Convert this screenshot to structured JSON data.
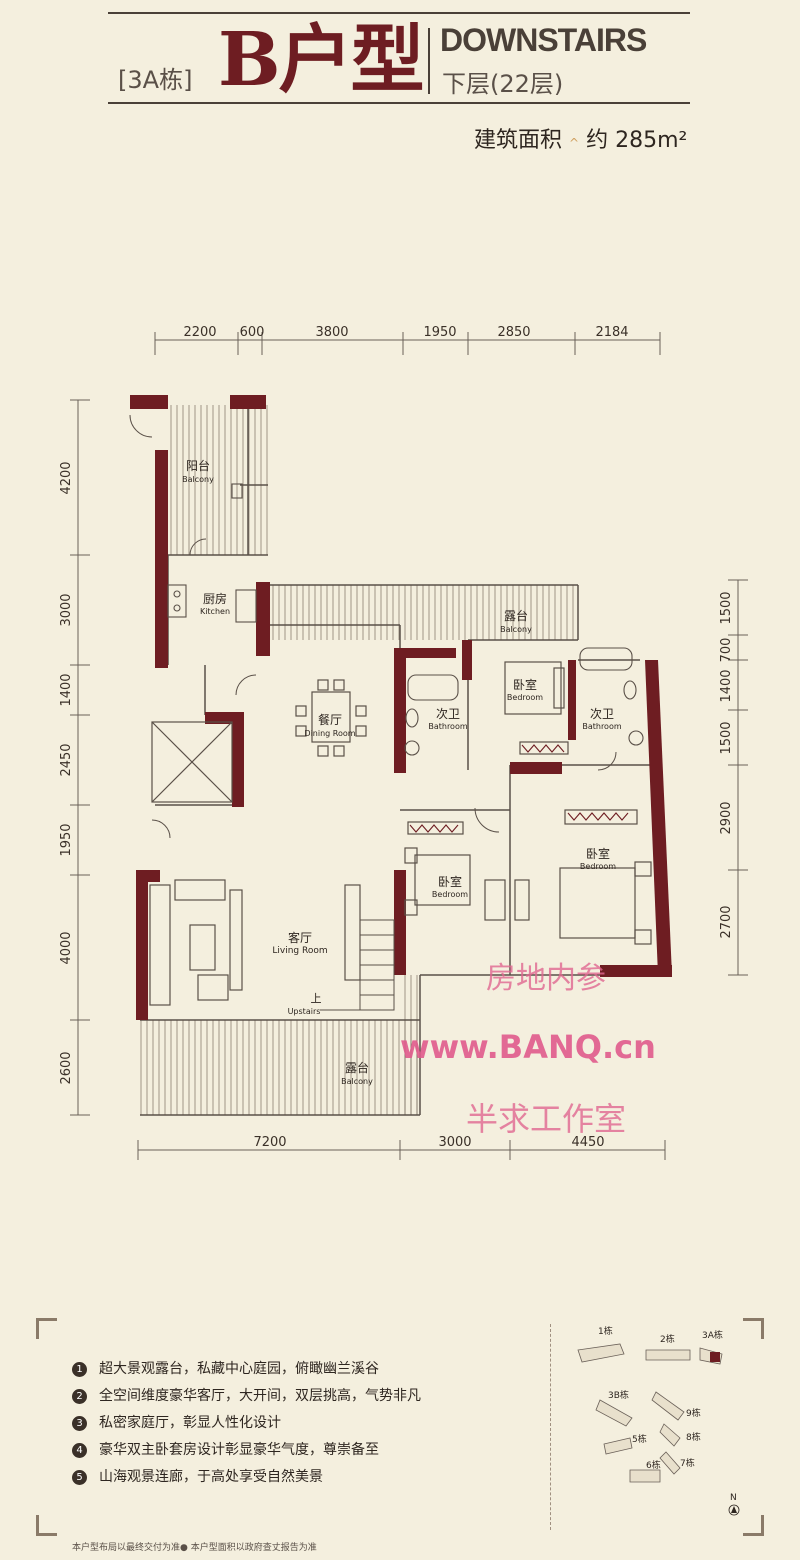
{
  "header": {
    "building": "3A栋",
    "type_title": "B户型",
    "english": "DOWNSTAIRS",
    "floor": "下层(22层)",
    "area_label": "建筑面积",
    "area_value": "约 285m²"
  },
  "dimensions": {
    "top": [
      "2200",
      "600",
      "3800",
      "1950",
      "2850",
      "2184"
    ],
    "left": [
      "4200",
      "3000",
      "1400",
      "2450",
      "1950",
      "4000",
      "2600"
    ],
    "right": [
      "1500",
      "700",
      "1400",
      "1500",
      "2900",
      "2700"
    ],
    "bottom": [
      "7200",
      "3000",
      "4450"
    ]
  },
  "rooms": {
    "balcony": {
      "cn": "阳台",
      "en": "Balcony"
    },
    "kitchen": {
      "cn": "厨房",
      "en": "Kitchen"
    },
    "terrace_top": {
      "cn": "露台",
      "en": "Balcony"
    },
    "dining": {
      "cn": "餐厅",
      "en": "Dining Room"
    },
    "bath_left": {
      "cn": "次卫",
      "en": "Bathroom"
    },
    "bedroom_top": {
      "cn": "卧室",
      "en": "Bedroom"
    },
    "bath_right": {
      "cn": "次卫",
      "en": "Bathroom"
    },
    "bedroom_mid": {
      "cn": "卧室",
      "en": "Bedroom"
    },
    "bedroom_right": {
      "cn": "卧室",
      "en": "Bedroom"
    },
    "living": {
      "cn": "客厅",
      "en": "Living Room"
    },
    "stairs": {
      "cn": "上",
      "en": "Upstairs"
    },
    "terrace_bottom": {
      "cn": "露台",
      "en": "Balcony"
    }
  },
  "watermarks": {
    "line1": "房地内参",
    "line2": "www.BANQ.cn",
    "line3": "半求工作室"
  },
  "features": [
    {
      "num": "1",
      "text": "超大景观露台，私藏中心庭园，俯瞰幽兰溪谷"
    },
    {
      "num": "2",
      "text": "全空间维度豪华客厅，大开间，双层挑高，气势非凡"
    },
    {
      "num": "3",
      "text": "私密家庭厅，彰显人性化设计"
    },
    {
      "num": "4",
      "text": "豪华双主卧套房设计彰显豪华气度，尊崇备至"
    },
    {
      "num": "5",
      "text": "山海观景连廊，于高处享受自然美景"
    }
  ],
  "site_map": {
    "buildings": [
      "1栋",
      "2栋",
      "3A栋",
      "3B栋",
      "9栋",
      "5栋",
      "8栋",
      "7栋",
      "6栋"
    ],
    "north": "N"
  },
  "footnote": "本户型布局以最终交付为准● 本户型面积以政府查丈报告为准",
  "colors": {
    "background": "#f4efde",
    "wall": "#6e1d22",
    "accent_pink": "#e0608c",
    "line": "#4a4038"
  }
}
